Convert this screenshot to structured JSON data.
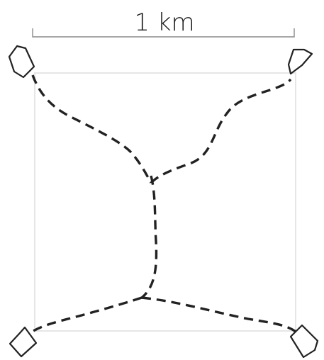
{
  "scale_bar": {
    "label": "1 km"
  },
  "houses": [
    {
      "name": "house-top-left"
    },
    {
      "name": "house-top-right"
    },
    {
      "name": "house-bottom-left"
    },
    {
      "name": "house-bottom-right"
    }
  ],
  "roads": [
    {
      "name": "road-top-left"
    },
    {
      "name": "road-top-right"
    },
    {
      "name": "road-trunk"
    },
    {
      "name": "road-bottom-left"
    },
    {
      "name": "road-bottom-right"
    }
  ]
}
